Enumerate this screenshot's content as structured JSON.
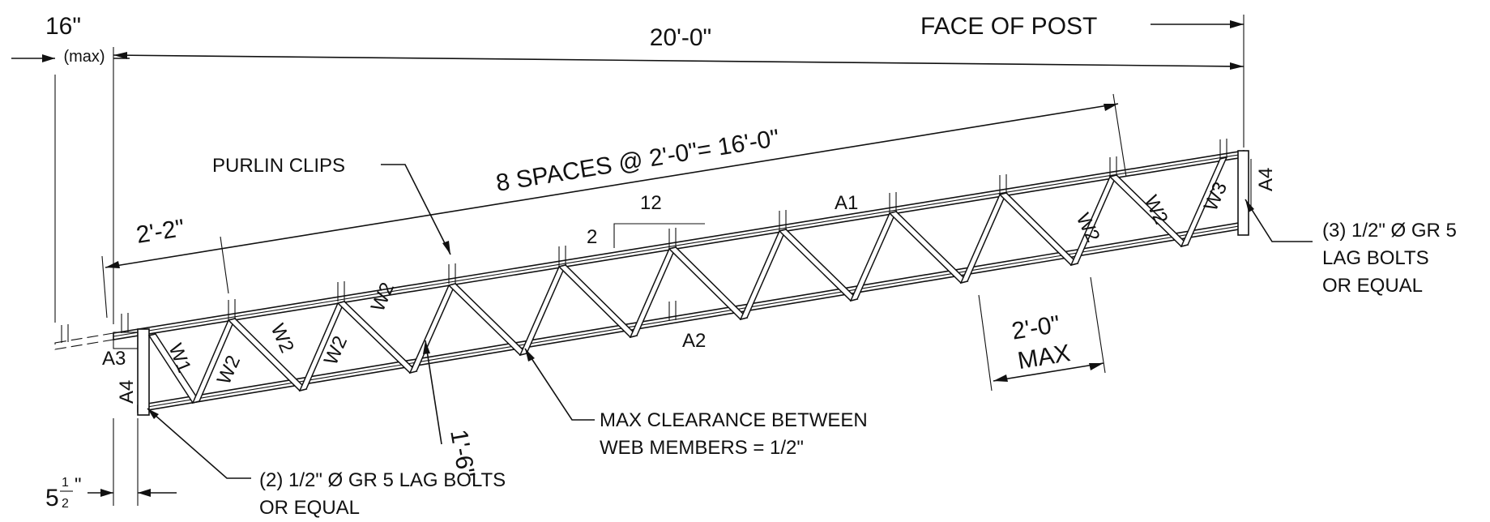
{
  "dimensions": {
    "overhang": "16\"",
    "overhang_note": "(max)",
    "overall_length": "20'-0\"",
    "face_of_post": "FACE OF POST",
    "spacing": "8 SPACES @ 2'-0\"= 16'-0\"",
    "end_panel": "2'-2\"",
    "depth": "1'-6\"",
    "max_space": "2'-0\"",
    "max_space_2": "MAX",
    "bearing": "5",
    "bearing_num": "1",
    "bearing_den": "2",
    "bearing_unit": "\""
  },
  "slope": {
    "rise": "2",
    "run": "12"
  },
  "members": {
    "top_chord": "A1",
    "bottom_chord": "A2",
    "end_block": "A3",
    "left_end": "A4",
    "right_end": "A4",
    "webs": [
      "W1",
      "W2",
      "W2",
      "W2",
      "W2",
      "W2",
      "W2",
      "W3"
    ]
  },
  "notes": {
    "purlin_clips": "PURLIN CLIPS",
    "clearance_1": "MAX CLEARANCE BETWEEN",
    "clearance_2": "WEB MEMBERS = 1/2\"",
    "left_bolts_1": "(2) 1/2\" Ø GR 5 LAG BOLTS",
    "left_bolts_2": "OR EQUAL",
    "right_bolts_1": "(3) 1/2\" Ø GR 5",
    "right_bolts_2": "LAG BOLTS",
    "right_bolts_3": "OR EQUAL"
  }
}
